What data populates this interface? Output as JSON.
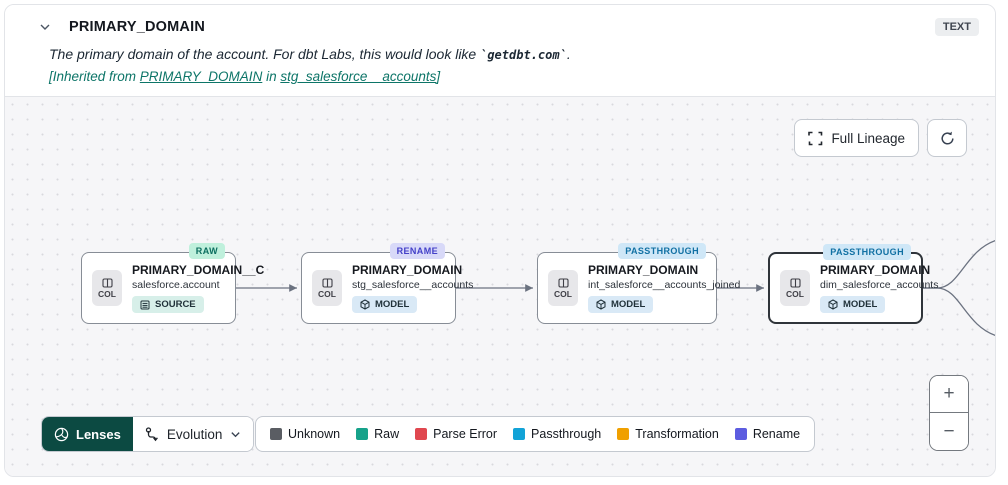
{
  "header": {
    "title": "PRIMARY_DOMAIN",
    "type_badge": "TEXT",
    "description_prefix": "The primary domain of the account. For dbt Labs, this would look like ",
    "description_code": "`getdbt.com`",
    "description_suffix": ".",
    "inherited_prefix": "[Inherited from ",
    "inherited_link1": "PRIMARY_DOMAIN",
    "inherited_mid": " in ",
    "inherited_link2": "stg_salesforce__accounts",
    "inherited_suffix": "]"
  },
  "canvas": {
    "full_lineage_label": "Full Lineage",
    "nodes": [
      {
        "badge": "RAW",
        "title": "PRIMARY_DOMAIN__C",
        "subtitle": "salesforce.account",
        "resource": "SOURCE",
        "col_label": "COL"
      },
      {
        "badge": "RENAME",
        "title": "PRIMARY_DOMAIN",
        "subtitle": "stg_salesforce__accounts",
        "resource": "MODEL",
        "col_label": "COL"
      },
      {
        "badge": "PASSTHROUGH",
        "title": "PRIMARY_DOMAIN",
        "subtitle": "int_salesforce__accounts_joined",
        "resource": "MODEL",
        "col_label": "COL"
      },
      {
        "badge": "PASSTHROUGH",
        "title": "PRIMARY_DOMAIN",
        "subtitle": "dim_salesforce_accounts",
        "resource": "MODEL",
        "col_label": "COL"
      }
    ]
  },
  "toolbar": {
    "lenses_label": "Lenses",
    "lens_selected": "Evolution",
    "legend": [
      {
        "label": "Unknown",
        "color": "#5a5d63"
      },
      {
        "label": "Raw",
        "color": "#16a28a"
      },
      {
        "label": "Parse Error",
        "color": "#e0474f"
      },
      {
        "label": "Passthrough",
        "color": "#12a3d7"
      },
      {
        "label": "Transformation",
        "color": "#f0a000"
      },
      {
        "label": "Rename",
        "color": "#5c5ce0"
      }
    ],
    "zoom_in": "+",
    "zoom_out": "−"
  },
  "colors": {
    "accent_teal": "#0d7568",
    "lenses_bg": "#0c4a42",
    "raw_badge_bg": "#bff0dc",
    "rename_badge_bg": "#d8d9f8",
    "passthrough_badge_bg": "#cfe7f7"
  }
}
